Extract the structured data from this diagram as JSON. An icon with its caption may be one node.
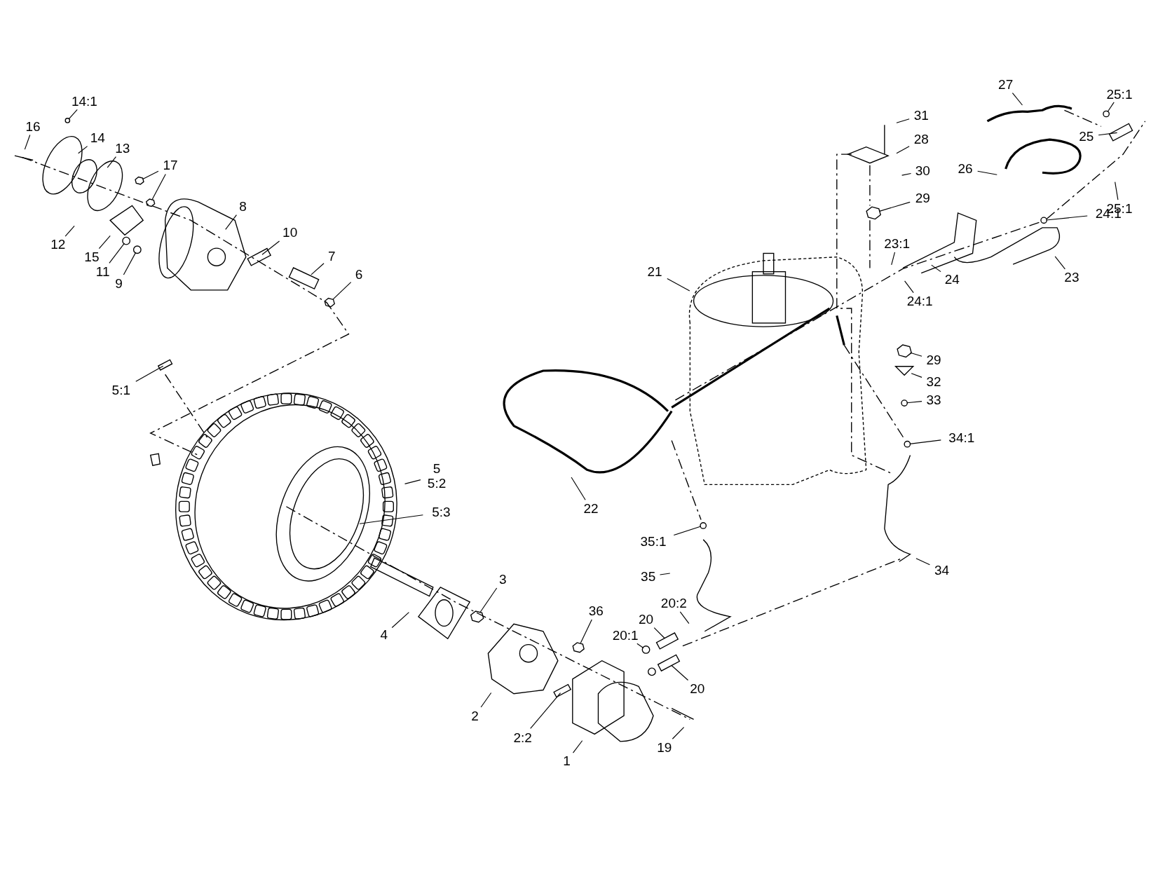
{
  "diagram": {
    "nodes": [
      {
        "text": [
          "14:1"
        ]
      },
      {
        "text": [
          "16"
        ]
      },
      {
        "text": [
          "14"
        ]
      },
      {
        "text": [
          "13"
        ]
      },
      {
        "text": [
          "17"
        ]
      },
      {
        "text": [
          "8"
        ]
      },
      {
        "text": [
          "10"
        ]
      },
      {
        "text": [
          "12"
        ]
      },
      {
        "text": [
          "7"
        ]
      },
      {
        "text": [
          "15"
        ]
      },
      {
        "text": [
          "11"
        ]
      },
      {
        "text": [
          "6"
        ]
      },
      {
        "text": [
          "9"
        ]
      },
      {
        "text": [
          "5:1"
        ]
      },
      {
        "text": [
          "5",
          "5:2"
        ]
      },
      {
        "text": [
          "5:3"
        ]
      },
      {
        "text": [
          "22"
        ]
      },
      {
        "text": [
          "35:1"
        ]
      },
      {
        "text": [
          "35"
        ]
      },
      {
        "text": [
          "3"
        ]
      },
      {
        "text": [
          "20:2"
        ]
      },
      {
        "text": [
          "36"
        ]
      },
      {
        "text": [
          "20"
        ]
      },
      {
        "text": [
          "20:1"
        ]
      },
      {
        "text": [
          "4"
        ]
      },
      {
        "text": [
          "20"
        ]
      },
      {
        "text": [
          "2"
        ]
      },
      {
        "text": [
          "2:2"
        ]
      },
      {
        "text": [
          "19"
        ]
      },
      {
        "text": [
          "1"
        ]
      },
      {
        "text": [
          "21"
        ]
      },
      {
        "text": [
          "27"
        ]
      },
      {
        "text": [
          "25:1"
        ]
      },
      {
        "text": [
          "31"
        ]
      },
      {
        "text": [
          "25"
        ]
      },
      {
        "text": [
          "28"
        ]
      },
      {
        "text": [
          "26"
        ]
      },
      {
        "text": [
          "30"
        ]
      },
      {
        "text": [
          "29"
        ]
      },
      {
        "text": [
          "25:1"
        ]
      },
      {
        "text": [
          "24:1"
        ]
      },
      {
        "text": [
          "23:1"
        ]
      },
      {
        "text": [
          "23"
        ]
      },
      {
        "text": [
          "24"
        ]
      },
      {
        "text": [
          "24:1"
        ]
      },
      {
        "text": [
          "29"
        ]
      },
      {
        "text": [
          "32"
        ]
      },
      {
        "text": [
          "33"
        ]
      },
      {
        "text": [
          "34:1"
        ]
      },
      {
        "text": [
          "34"
        ]
      },
      {
        "text": [],
        "shape": "circle"
      },
      {
        "text": [],
        "shape": "hexagon"
      },
      {
        "text": [],
        "shape": "hexagon"
      },
      {
        "text": [],
        "shape": "box"
      },
      {
        "text": [],
        "shape": "circle"
      },
      {
        "text": [],
        "shape": "hexagon"
      },
      {
        "text": [],
        "shape": "circle"
      },
      {
        "text": [],
        "shape": "box"
      },
      {
        "text": [],
        "shape": "circle"
      },
      {
        "text": [],
        "shape": "hexagon"
      },
      {
        "text": [],
        "shape": "hexagon"
      },
      {
        "text": [],
        "shape": "box"
      },
      {
        "text": [],
        "shape": "circle"
      },
      {
        "text": [],
        "shape": "box"
      },
      {
        "text": [],
        "shape": "box"
      },
      {
        "text": [],
        "shape": "circle"
      },
      {
        "text": [],
        "shape": "box"
      },
      {
        "text": [],
        "shape": "circle"
      },
      {
        "text": [],
        "shape": "hexagon"
      },
      {
        "text": [],
        "shape": "hexagon"
      },
      {
        "text": [],
        "shape": "triangle"
      },
      {
        "text": [],
        "shape": "circle"
      },
      {
        "text": [],
        "shape": "circle"
      }
    ],
    "edges": [
      {
        "from": 0,
        "to": 50,
        "arrow": "none"
      },
      {
        "from": 1,
        "to": null,
        "arrow": "none"
      },
      {
        "from": 2,
        "to": null,
        "arrow": "none"
      },
      {
        "from": 3,
        "to": null,
        "arrow": "none"
      },
      {
        "from": 4,
        "to": 51,
        "arrow": "none"
      },
      {
        "from": 4,
        "to": 52,
        "arrow": "none"
      },
      {
        "from": 5,
        "to": null,
        "arrow": "none"
      },
      {
        "from": 6,
        "to": 53,
        "arrow": "none"
      },
      {
        "from": 7,
        "to": null,
        "arrow": "none"
      },
      {
        "from": 8,
        "to": null,
        "arrow": "none"
      },
      {
        "from": 9,
        "to": null,
        "arrow": "none"
      },
      {
        "from": 10,
        "to": 54,
        "arrow": "none"
      },
      {
        "from": 11,
        "to": 55,
        "arrow": "none"
      },
      {
        "from": 12,
        "to": 56,
        "arrow": "none"
      },
      {
        "from": 13,
        "to": 57,
        "arrow": "none"
      },
      {
        "from": 14,
        "to": null,
        "arrow": "none"
      },
      {
        "from": 15,
        "to": null,
        "arrow": "none"
      },
      {
        "from": 16,
        "to": null,
        "arrow": "none"
      },
      {
        "from": 17,
        "to": 58,
        "arrow": "none"
      },
      {
        "from": 18,
        "to": null,
        "arrow": "none"
      },
      {
        "from": 19,
        "to": 59,
        "arrow": "none"
      },
      {
        "from": 20,
        "to": null,
        "arrow": "none"
      },
      {
        "from": 21,
        "to": 60,
        "arrow": "none"
      },
      {
        "from": 22,
        "to": 61,
        "arrow": "none"
      },
      {
        "from": 23,
        "to": 62,
        "arrow": "none"
      },
      {
        "from": 24,
        "to": null,
        "arrow": "none"
      },
      {
        "from": 25,
        "to": 63,
        "arrow": "none"
      },
      {
        "from": 26,
        "to": null,
        "arrow": "none"
      },
      {
        "from": 27,
        "to": 64,
        "arrow": "none"
      },
      {
        "from": 28,
        "to": null,
        "arrow": "none"
      },
      {
        "from": 29,
        "to": null,
        "arrow": "none"
      },
      {
        "from": 30,
        "to": null,
        "arrow": "none"
      },
      {
        "from": 31,
        "to": null,
        "arrow": "none"
      },
      {
        "from": 32,
        "to": 65,
        "arrow": "none"
      },
      {
        "from": 33,
        "to": null,
        "arrow": "none"
      },
      {
        "from": 34,
        "to": 66,
        "arrow": "none"
      },
      {
        "from": 35,
        "to": null,
        "arrow": "none"
      },
      {
        "from": 36,
        "to": null,
        "arrow": "none"
      },
      {
        "from": 37,
        "to": null,
        "arrow": "none"
      },
      {
        "from": 38,
        "to": 68,
        "arrow": "none"
      },
      {
        "from": 39,
        "to": null,
        "arrow": "none"
      },
      {
        "from": 40,
        "to": 67,
        "arrow": "none"
      },
      {
        "from": 41,
        "to": null,
        "arrow": "none"
      },
      {
        "from": 42,
        "to": null,
        "arrow": "none"
      },
      {
        "from": 43,
        "to": null,
        "arrow": "none"
      },
      {
        "from": 44,
        "to": null,
        "arrow": "none"
      },
      {
        "from": 45,
        "to": 69,
        "arrow": "none"
      },
      {
        "from": 46,
        "to": 70,
        "arrow": "none"
      },
      {
        "from": 47,
        "to": 71,
        "arrow": "none"
      },
      {
        "from": 48,
        "to": 72,
        "arrow": "none"
      },
      {
        "from": 49,
        "to": null,
        "arrow": "none"
      }
    ]
  }
}
